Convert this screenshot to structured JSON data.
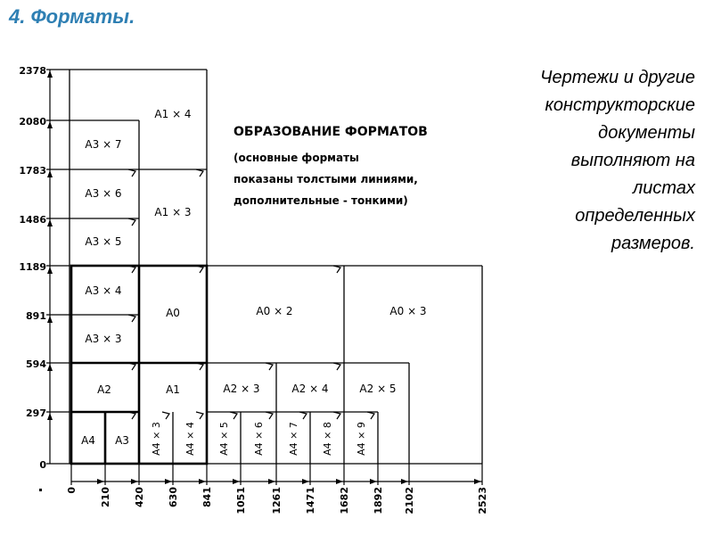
{
  "slide": {
    "title": "4. Форматы.",
    "side_text_lines": [
      "Чертежи и другие",
      "конструкторские",
      "документы",
      "выполняют на",
      "листах",
      "определенных",
      "размеров."
    ]
  },
  "diagram": {
    "heading": "ОБРАЗОВАНИЕ ФОРМАТОВ",
    "note_lines": [
      "(основные форматы",
      "показаны толстыми линиями,",
      "дополнительные - тонкими)"
    ],
    "y_ticks": [
      "2378",
      "2080",
      "1783",
      "1486",
      "1189",
      "891",
      "594",
      "297",
      "0"
    ],
    "x_ticks": [
      "0",
      "210",
      "420",
      "630",
      "841",
      "1051",
      "1261",
      "1471",
      "1682",
      "1892",
      "2102",
      "2523"
    ],
    "formats": {
      "a1x4": "А1 × 4",
      "a1x3": "А1 × 3",
      "a3x7": "А3 × 7",
      "a3x6": "А3 × 6",
      "a3x5": "А3 × 5",
      "a3x4": "А3 × 4",
      "a3x3": "А3 × 3",
      "a0": "А0",
      "a0x2": "А0 × 2",
      "a0x3": "А0 × 3",
      "a2": "А2",
      "a1": "А1",
      "a2x3": "А2 × 3",
      "a2x4": "А2 × 4",
      "a2x5": "А2 × 5",
      "a4": "А4",
      "a3": "А3",
      "a4x3": "А4 × 3",
      "a4x4": "А4 × 4",
      "a4x5": "А4 × 5",
      "a4x6": "А4 × 6",
      "a4x7": "А4 × 7",
      "a4x8": "А4 × 8",
      "a4x9": "А4 × 9"
    },
    "colors": {
      "title": "#2e7fb3",
      "ink": "#000000"
    }
  }
}
